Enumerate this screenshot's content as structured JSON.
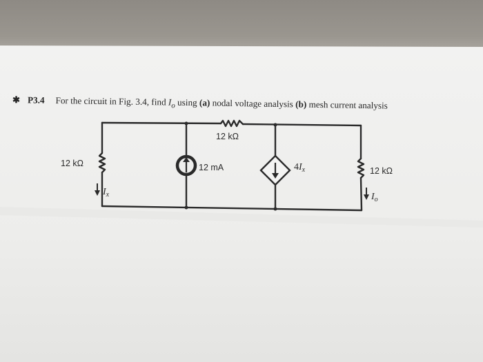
{
  "problem": {
    "marker": "✱",
    "number": "P3.4",
    "text_before": "For the circuit in Fig. 3.4, find ",
    "find_var": "I",
    "find_sub": "o",
    "text_mid": " using ",
    "part_a_tag": "(a)",
    "part_a": " nodal voltage analysis ",
    "part_b_tag": "(b)",
    "part_b": " mesh current analysis"
  },
  "circuit": {
    "left_resistor_label": "12 kΩ",
    "left_current_var": "I",
    "left_current_sub": "x",
    "top_resistor_label": "12 kΩ",
    "current_source_label": "12 mA",
    "dependent_source_coef": "4",
    "dependent_source_var": "I",
    "dependent_source_sub": "x",
    "right_resistor_label": "12 kΩ",
    "output_current_var": "I",
    "output_current_sub": "o"
  },
  "colors": {
    "ink": "#2a2a2a",
    "paper": "#f4f4f3"
  }
}
